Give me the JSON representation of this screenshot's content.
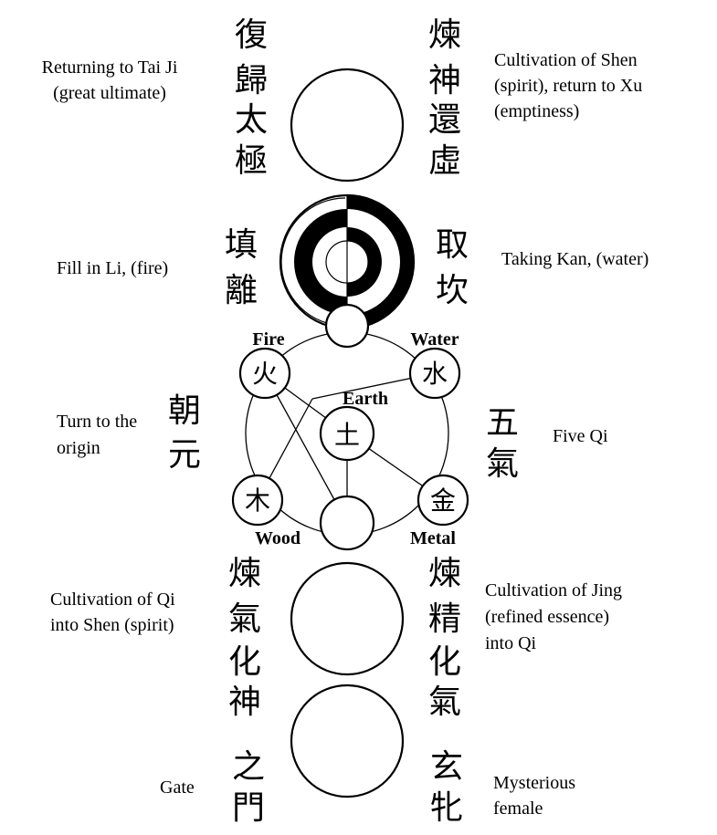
{
  "top": {
    "left_label": [
      "Returning to Tai Ji",
      "(great ultimate)"
    ],
    "left_chinese": [
      "復",
      "歸",
      "太",
      "極"
    ],
    "right_chinese": [
      "煉",
      "神",
      "還",
      "虛"
    ],
    "right_label": [
      "Cultivation of Shen",
      "(spirit), return to Xu",
      "(emptiness)"
    ]
  },
  "kanli": {
    "left_label": "Fill in Li, (fire)",
    "left_chinese": [
      "填",
      "離"
    ],
    "right_chinese": [
      "取",
      "坎"
    ],
    "right_label": "Taking Kan, (water)"
  },
  "five_qi": {
    "left_label": [
      "Turn to the",
      "origin"
    ],
    "left_chinese": [
      "朝",
      "元"
    ],
    "right_chinese": [
      "五",
      "氣"
    ],
    "right_label": "Five Qi",
    "elements": {
      "fire": {
        "name": "Fire",
        "char": "火"
      },
      "water": {
        "name": "Water",
        "char": "水"
      },
      "earth": {
        "name": "Earth",
        "char": "土"
      },
      "wood": {
        "name": "Wood",
        "char": "木"
      },
      "metal": {
        "name": "Metal",
        "char": "金"
      }
    }
  },
  "qi": {
    "left_label": [
      "Cultivation of Qi",
      "into Shen (spirit)"
    ],
    "left_chinese": [
      "煉",
      "氣",
      "化",
      "神"
    ],
    "right_chinese": [
      "煉",
      "精",
      "化",
      "氣"
    ],
    "right_label": [
      "Cultivation of Jing",
      "(refined essence)",
      "into Qi"
    ]
  },
  "gate": {
    "left_label": "Gate",
    "left_chinese": [
      "之",
      "門"
    ],
    "right_chinese": [
      "玄",
      "牝"
    ],
    "right_label": [
      "Mysterious",
      "female"
    ]
  }
}
